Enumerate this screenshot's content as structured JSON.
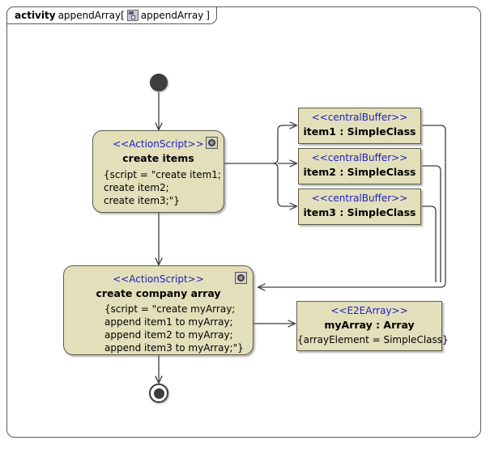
{
  "frame": {
    "keyword": "activity",
    "name": "appendArray[",
    "icon": "activity-diagram-icon",
    "behavior_name": "appendArray",
    "close_bracket": "]"
  },
  "nodes": {
    "initial": {
      "name": "initial-node"
    },
    "final": {
      "name": "activity-final-node"
    },
    "action1": {
      "stereotype": "<<ActionScript>>",
      "title": "create items",
      "script": "{script = \"create item1;\ncreate item2;\ncreate item3;\"}",
      "icon": "behavior-icon"
    },
    "action2": {
      "stereotype": "<<ActionScript>>",
      "title": "create company array",
      "script": "{script = \"create myArray;\nappend item1 to myArray;\nappend item2 to myArray;\nappend item3 to myArray;\"}",
      "icon": "behavior-icon"
    },
    "buffers": [
      {
        "stereotype": "<<centralBuffer>>",
        "title": "item1 : SimpleClass"
      },
      {
        "stereotype": "<<centralBuffer>>",
        "title": "item2 : SimpleClass"
      },
      {
        "stereotype": "<<centralBuffer>>",
        "title": "item3 : SimpleClass"
      }
    ],
    "array": {
      "stereotype": "<<E2EArray>>",
      "title": "myArray : Array",
      "property": "{arrayElement = SimpleClass}"
    }
  },
  "colors": {
    "node_fill": "#e3dfba",
    "node_border": "#5c5c45",
    "stereotype_text": "#2020c0",
    "frame_border": "#5a5a5a",
    "connector": "#3d3d3d",
    "canvas": "#ffffff"
  }
}
